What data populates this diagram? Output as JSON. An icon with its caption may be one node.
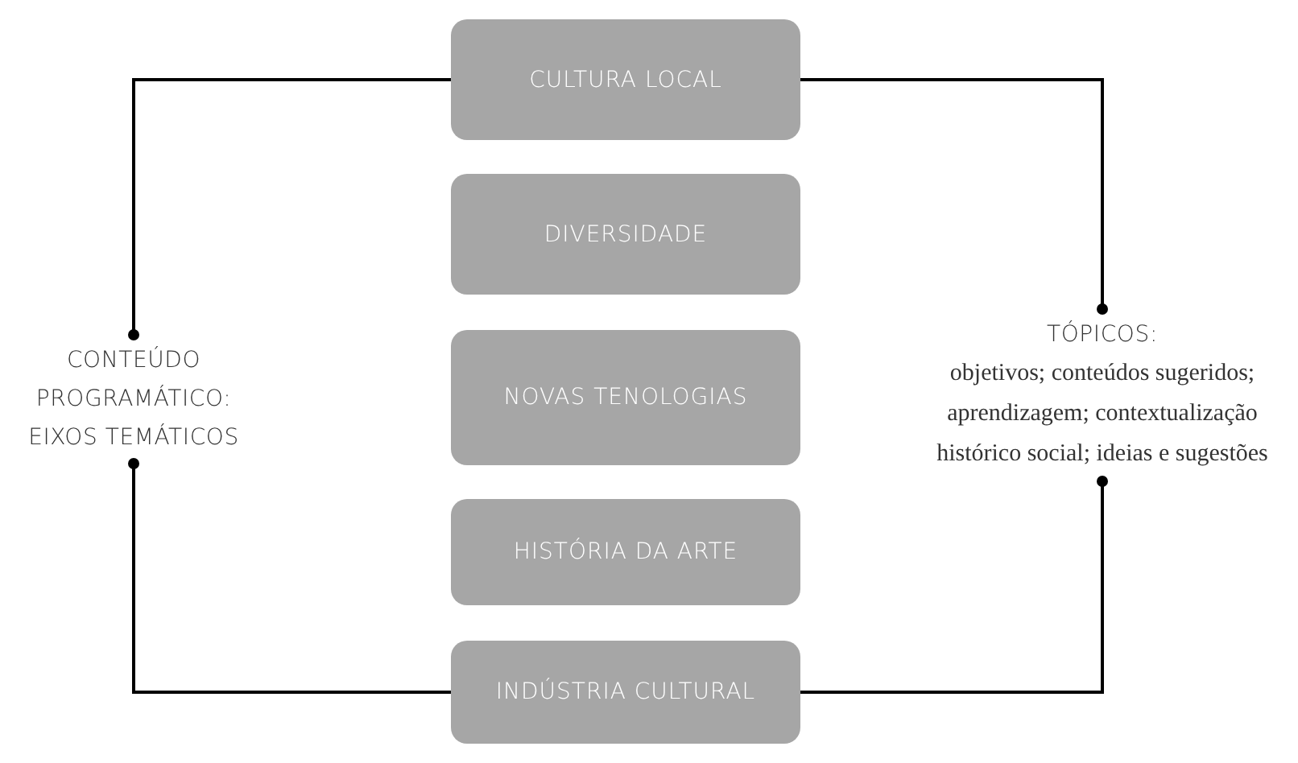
{
  "diagram": {
    "nodes": [
      {
        "text": [
          "CULTURA LOCAL"
        ]
      },
      {
        "text": [
          "DIVERSIDADE"
        ]
      },
      {
        "text": [
          "NOVAS TENOLOGIAS"
        ]
      },
      {
        "text": [
          "HISTÓRIA DA ARTE"
        ]
      },
      {
        "text": [
          "INDÚSTRIA CULTURAL"
        ]
      },
      {
        "text": [
          "CONTEÚDO PROGRAMÁTICO: EIXOS TEMÁTICOS"
        ]
      },
      {
        "text": [
          "TÓPICOS:",
          "objetivos; conteúdos sugeridos; aprendizagem; contextualização histórico social; ideias e sugestões"
        ]
      }
    ],
    "edges": [
      {
        "from": 0,
        "to": 5,
        "arrow": "other"
      },
      {
        "from": 4,
        "to": 5,
        "arrow": "other"
      },
      {
        "from": 0,
        "to": 6,
        "arrow": "other"
      },
      {
        "from": 4,
        "to": 6,
        "arrow": "other"
      }
    ]
  }
}
